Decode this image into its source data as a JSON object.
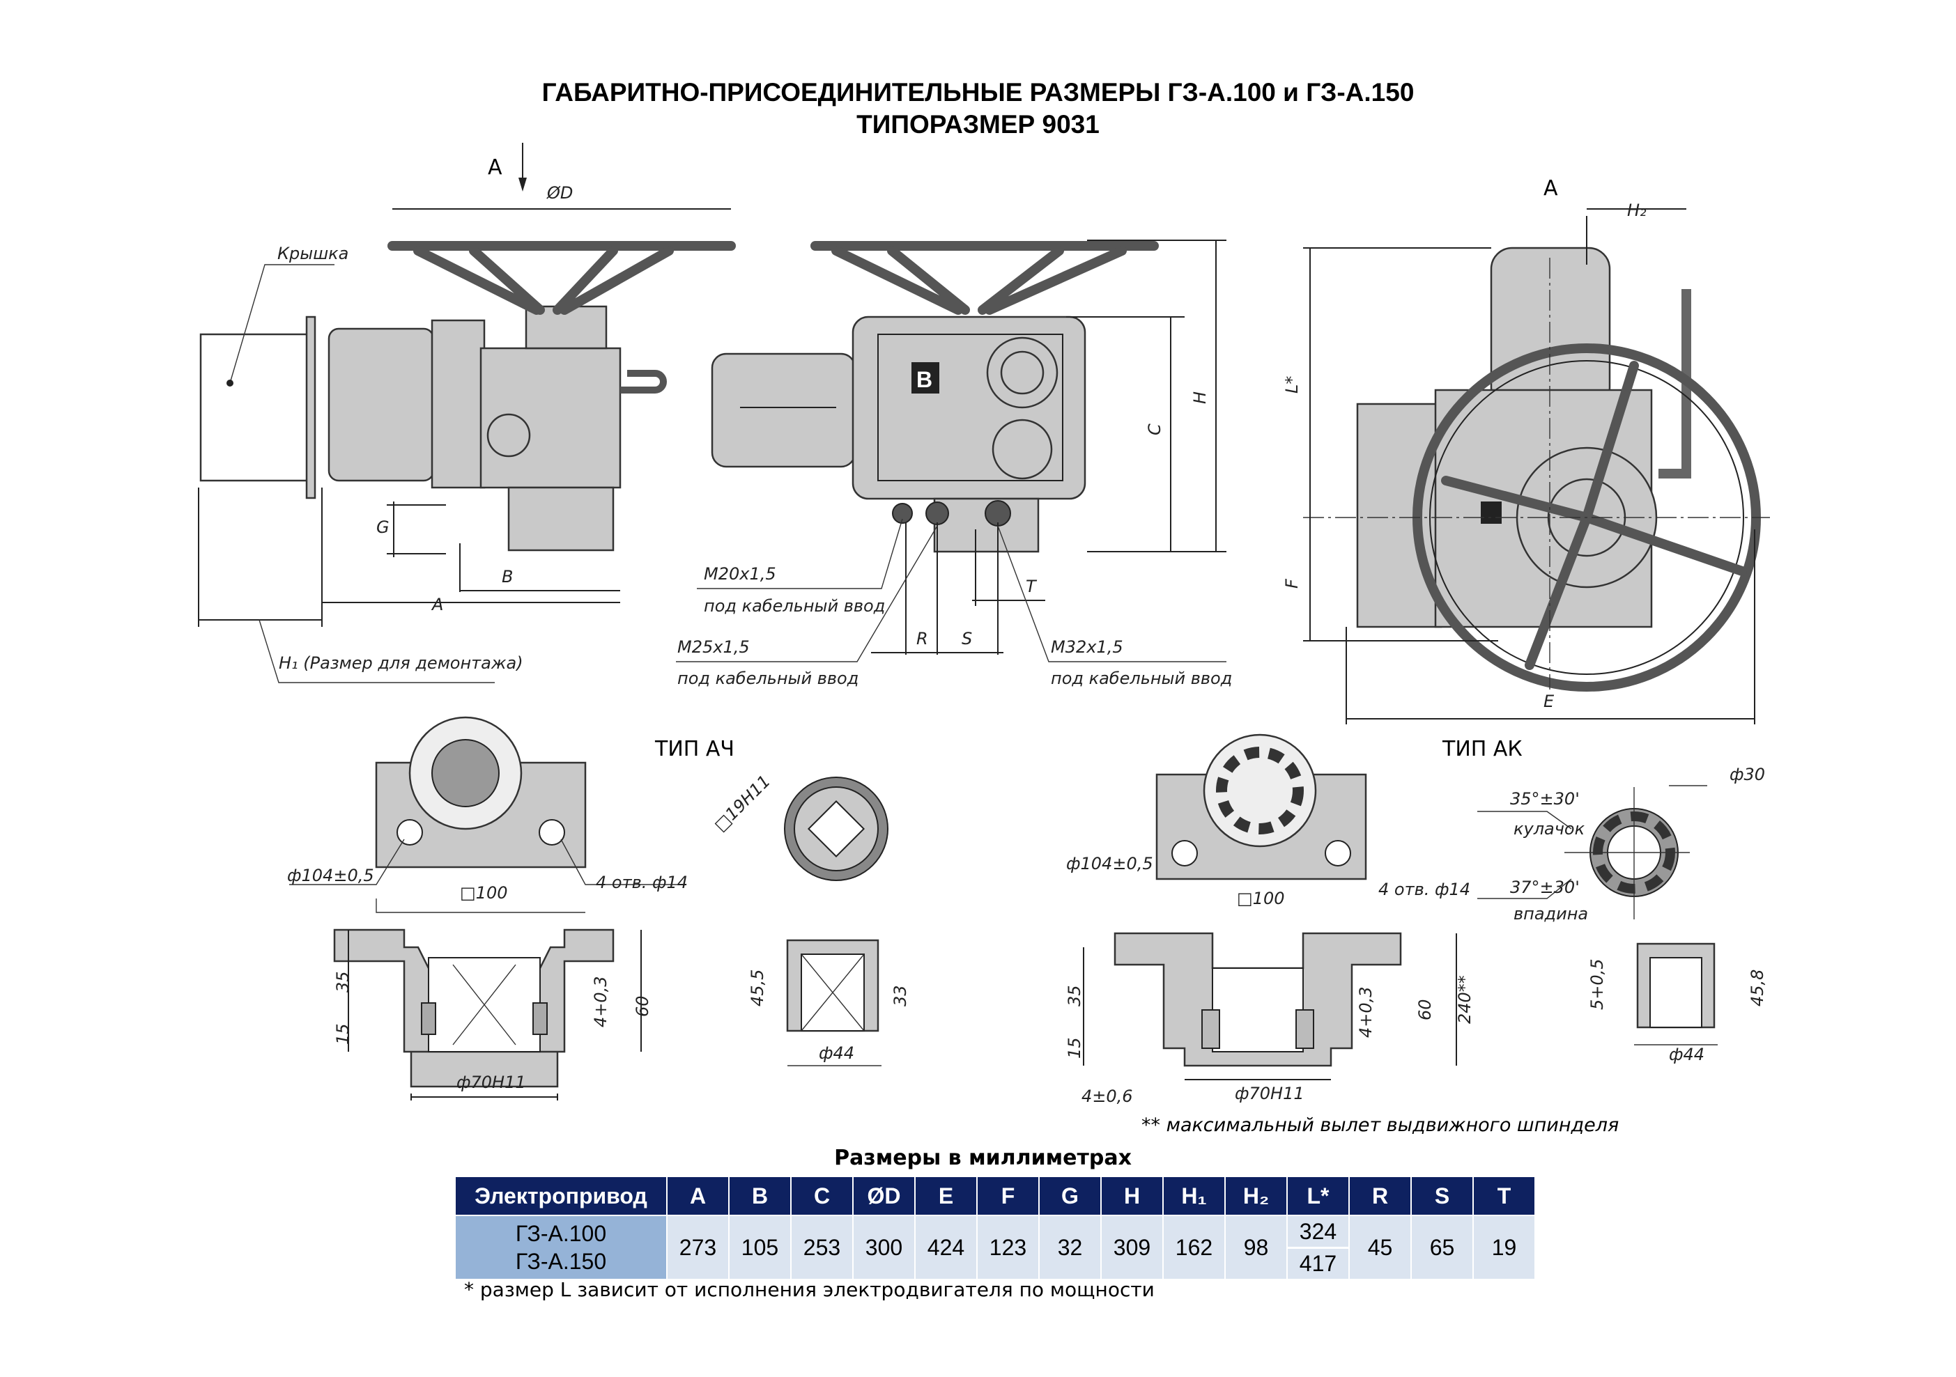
{
  "title": {
    "line1": "ГАБАРИТНО-ПРИСОЕДИНИТЕЛЬНЫЕ РАЗМЕРЫ ГЗ-А.100 и ГЗ-А.150",
    "line2": "ТИПОРАЗМЕР 9031"
  },
  "drawing": {
    "view_arrow_left": "A",
    "view_label_right": "A",
    "d_label": "ØD",
    "cover_label": "Крышка",
    "h1_label": "H₁ (Размер для демонтажа)",
    "g_label": "G",
    "b_label": "B",
    "a_label": "A",
    "c_label": "C",
    "h_label": "H",
    "m20_label": "M20x1,5",
    "m25_label": "M25x1,5",
    "m32_label": "M32x1,5",
    "cable_entry": "под кабельный ввод",
    "r_label": "R",
    "s_label": "S",
    "t_label": "T",
    "h2_label": "H₂",
    "l_label": "L*",
    "f_label": "F",
    "e_label": "E",
    "type_ach": "ТИП АЧ",
    "type_ak": "ТИП АК",
    "d104": "ф104±0,5",
    "sq100": "□100",
    "holes": "4 отв. ф14",
    "sq19": "□19H11",
    "d35": "35",
    "d15": "15",
    "d4": "4+0,3",
    "d60": "60",
    "d455": "45,5",
    "d33": "33",
    "d44": "ф44",
    "d70": "ф70H11",
    "d30": "ф30",
    "angle1": "35°±30'",
    "cam": "кулачок",
    "angle2": "37°±30'",
    "groove": "впадина",
    "d240": "240**",
    "d46": "4±0,6",
    "d5": "5+0,5",
    "d458": "45,8",
    "footnote2": "** максимальный вылет выдвижного шпинделя"
  },
  "table": {
    "caption": "Размеры в миллиметрах",
    "headers": [
      "Электропривод",
      "A",
      "B",
      "C",
      "ØD",
      "E",
      "F",
      "G",
      "H",
      "H₁",
      "H₂",
      "L*",
      "R",
      "S",
      "T"
    ],
    "row": {
      "models": [
        "ГЗ-А.100",
        "ГЗ-А.150"
      ],
      "values": [
        "273",
        "105",
        "253",
        "300",
        "424",
        "123",
        "32",
        "309",
        "162",
        "98"
      ],
      "l_values": [
        "324",
        "417"
      ],
      "tail": [
        "45",
        "65",
        "19"
      ]
    },
    "footnote": "* размер L зависит от исполнения электродвигателя по мощности"
  },
  "colors": {
    "header_bg": "#0e2160",
    "model_bg": "#95b3d7",
    "cell_bg": "#dbe4f0"
  }
}
